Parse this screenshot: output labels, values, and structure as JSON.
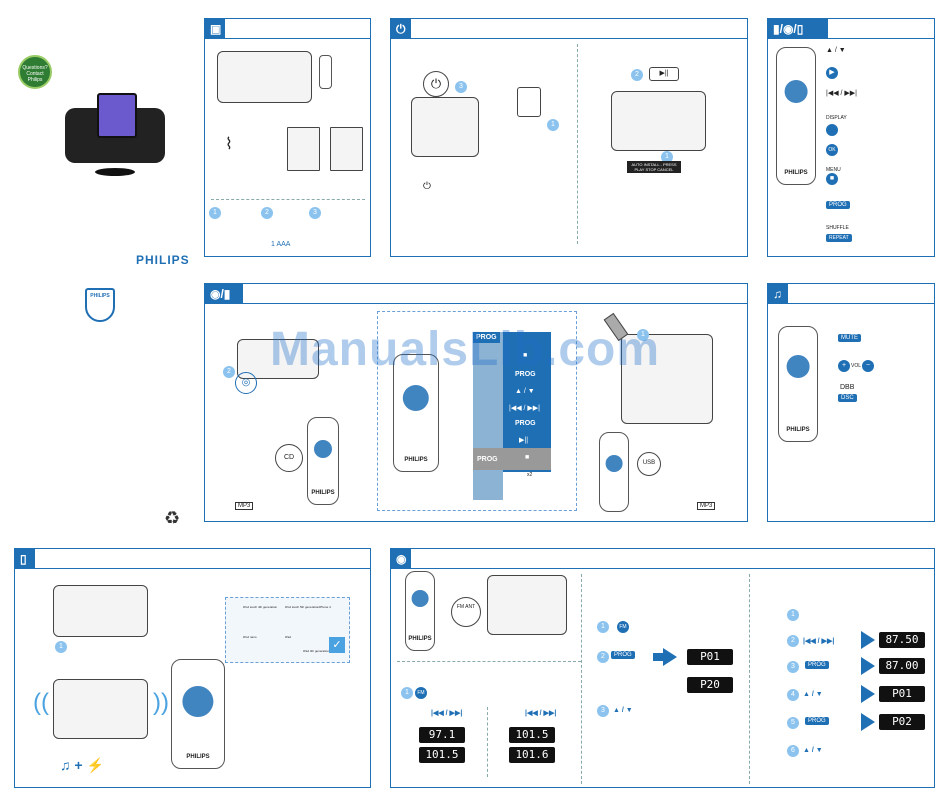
{
  "brand": "PHILIPS",
  "badge": {
    "lines": [
      "Questions?",
      "Contact",
      "Philips"
    ]
  },
  "watermark": "ManualsLib.com",
  "unbox": {
    "battery": "1 AAA",
    "steps": [
      "1",
      "2",
      "3"
    ]
  },
  "power": {
    "steps": [
      "1",
      "2",
      "3"
    ],
    "steps_right": [
      "1",
      "2"
    ],
    "auto_install": "AUTO INSTALL - PRESS PLAY STOP CANCEL"
  },
  "sources": {
    "nav": "▲ / ▼",
    "skip": "|◀◀ / ▶▶|",
    "display": "DISPLAY",
    "ok": "OK",
    "menu": "MENU",
    "prog": "PROG",
    "shuffle": "SHUFFLE",
    "repeat": "REPEAT"
  },
  "disc": {
    "cd_label": "CD",
    "usb_label": "USB",
    "prog_tab": "PROG",
    "prog_steps": [
      "■",
      "PROG",
      "▲ / ▼",
      "|◀◀ / ▶▶|",
      "PROG",
      "▶||"
    ],
    "prog_cancel": "PROG",
    "stop": "■",
    "x2": "x2",
    "mp3": "MP3"
  },
  "sound": {
    "mute": "MUTE",
    "vol": "VOL",
    "dbb": "DBB",
    "dsc": "DSC"
  },
  "dock": {
    "devices": [
      "iPod touch 4th generation",
      "iPod touch 5th generation",
      "iPhone 4",
      "iPod nano",
      "iPad",
      "iPad 4th generation"
    ],
    "icons": "♫ + ⚡"
  },
  "radio": {
    "fm_antenna": "FM ANT",
    "fm": "FM",
    "tune_a": [
      "97.1",
      "101.5"
    ],
    "tune_b": [
      "101.5",
      "101.6"
    ],
    "preset_auto": [
      "P01",
      "P20"
    ],
    "preset_manual": [
      "87.50",
      "87.00",
      "P01",
      "P02"
    ],
    "prog": "PROG",
    "nav": "▲ / ▼",
    "skip": "|◀◀ / ▶▶|",
    "steps": [
      "1",
      "2",
      "3",
      "4",
      "5",
      "6"
    ]
  }
}
